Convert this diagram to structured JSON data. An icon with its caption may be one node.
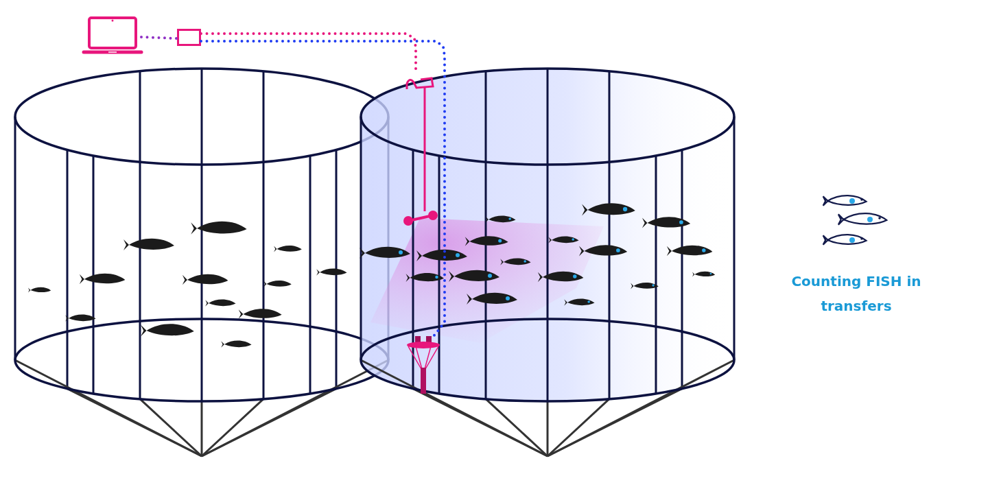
{
  "diagram": {
    "nodes": [
      {
        "text": [],
        "shape": "picture"
      },
      {
        "text": [],
        "shape": "box"
      },
      {
        "text": [],
        "shape": "picture"
      },
      {
        "text": [],
        "shape": "picture"
      }
    ],
    "edges": [
      {
        "from": 0,
        "to": 1,
        "arrow": "none",
        "style": "dashed",
        "color": "#8e2fc4"
      },
      {
        "from": 1,
        "to": 2,
        "arrow": "none",
        "style": "dashed",
        "color": "#e8167c"
      },
      {
        "from": 1,
        "to": 3,
        "arrow": "none",
        "style": "dashed",
        "color": "#1f3cf2"
      }
    ],
    "labels": [
      "Counting FISH in transfers"
    ]
  }
}
